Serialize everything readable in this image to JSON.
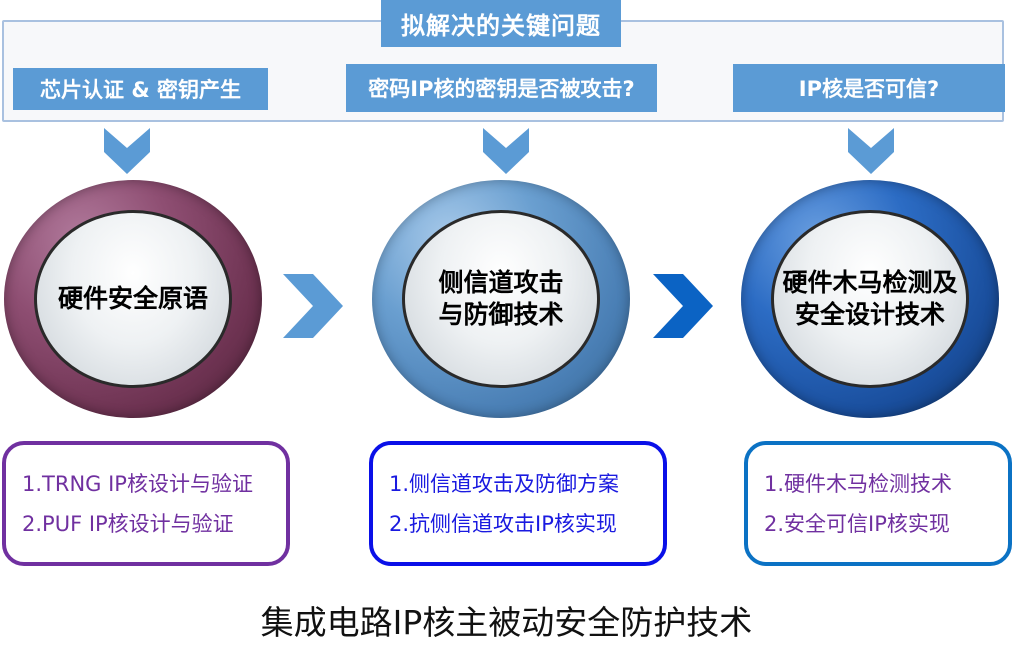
{
  "header": {
    "title": "拟解决的关键问题",
    "questions": [
      "芯片认证 & 密钥产生",
      "密码IP核的密钥是否被攻击?",
      "IP核是否可信?"
    ]
  },
  "stages": [
    {
      "label": "硬件安全原语",
      "ring_color": "#7a3d60",
      "box_color": "#7030a0",
      "items": [
        "1.TRNG IP核设计与验证",
        "2.PUF IP核设计与验证"
      ]
    },
    {
      "label": "侧信道攻击\n与防御技术",
      "ring_color": "#5b8fc4",
      "box_color": "#0a10e8",
      "items": [
        "1.侧信道攻击及防御方案",
        "2.抗侧信道攻击IP核实现"
      ]
    },
    {
      "label": "硬件木马检测及\n安全设计技术",
      "ring_color": "#1f5aa8",
      "box_color": "#0b72c4",
      "items": [
        "1.硬件木马检测技术",
        "2.安全可信IP核实现"
      ]
    }
  ],
  "arrows": {
    "down_color": "#5b9bd5",
    "right1_color": "#5b9bd5",
    "right2_color": "#0b63c4"
  },
  "caption": "集成电路IP核主被动安全防护技术"
}
